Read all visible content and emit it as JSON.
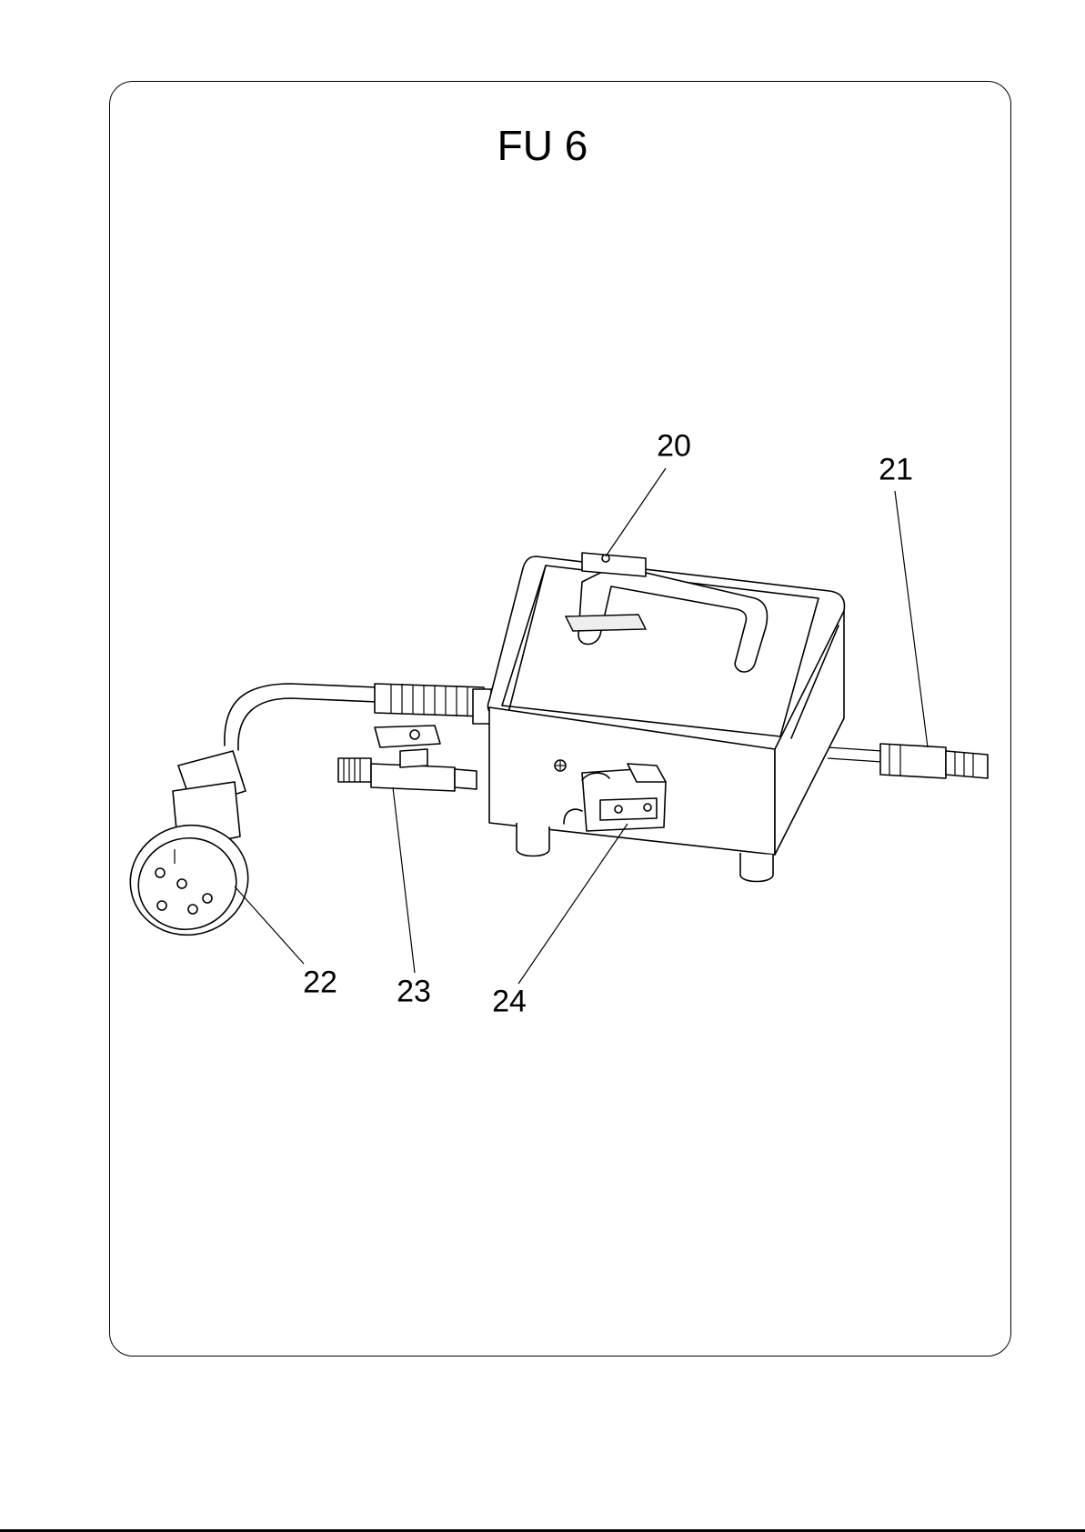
{
  "title": "FU 6",
  "callouts": [
    {
      "id": "20",
      "label": "20"
    },
    {
      "id": "21",
      "label": "21"
    },
    {
      "id": "22",
      "label": "22"
    },
    {
      "id": "23",
      "label": "23"
    },
    {
      "id": "24",
      "label": "24"
    }
  ]
}
